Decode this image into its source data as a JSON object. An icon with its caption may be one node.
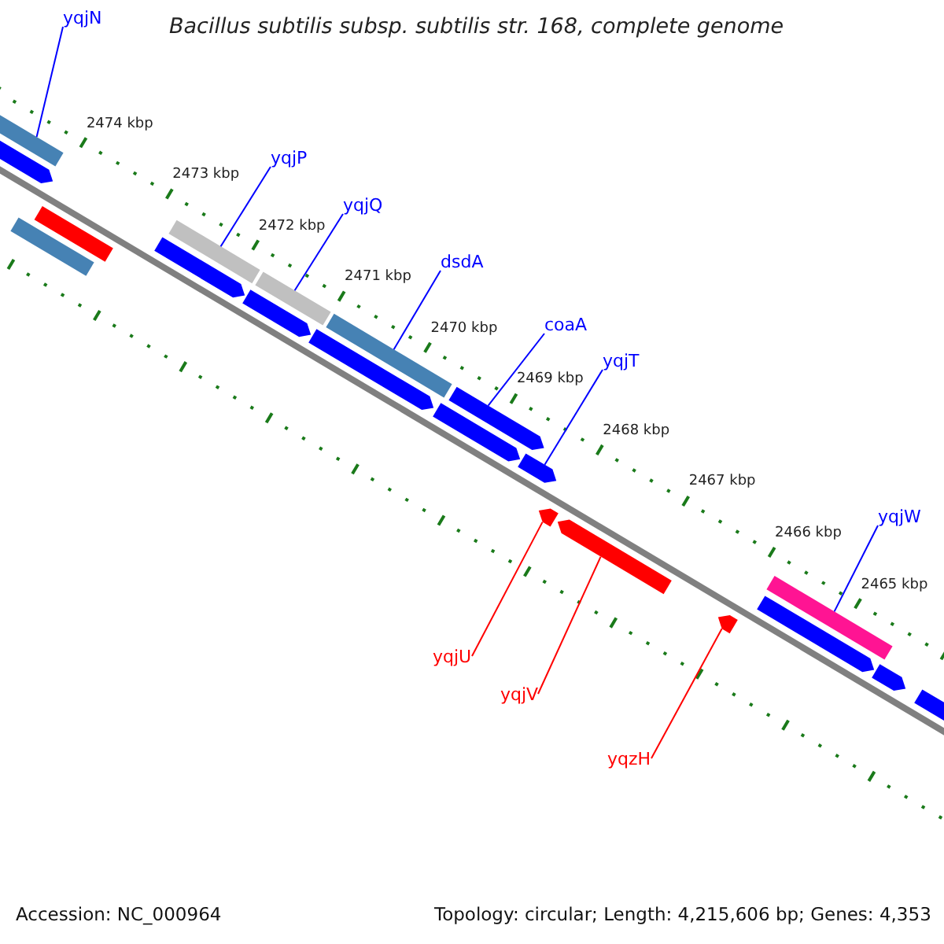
{
  "diagram": {
    "title": "Bacillus subtilis subsp. subtilis str. 168, complete genome",
    "nodes": [
      {
        "text": [
          "yqjN"
        ]
      },
      {
        "text": [
          "yqjP"
        ]
      },
      {
        "text": [
          "yqjQ"
        ]
      },
      {
        "text": [
          "dsdA"
        ]
      },
      {
        "text": [
          "coaA"
        ]
      },
      {
        "text": [
          "yqjT"
        ]
      },
      {
        "text": [
          "yqjW"
        ]
      },
      {
        "text": [
          "yqjU"
        ]
      },
      {
        "text": [
          "yqjV"
        ]
      },
      {
        "text": [
          "yqzH"
        ]
      },
      {
        "text": [],
        "shape": "bar"
      },
      {
        "text": [],
        "shape": "pentagon"
      },
      {
        "text": [],
        "shape": "bar"
      },
      {
        "text": [],
        "shape": "bar"
      },
      {
        "text": [],
        "shape": "pentagon"
      },
      {
        "text": [],
        "shape": "bar"
      },
      {
        "text": [],
        "shape": "pentagon"
      },
      {
        "text": [],
        "shape": "bar"
      },
      {
        "text": [],
        "shape": "pentagon"
      },
      {
        "text": [],
        "shape": "bar"
      },
      {
        "text": [],
        "shape": "pentagon"
      },
      {
        "text": [],
        "shape": "pentagon"
      },
      {
        "text": [],
        "shape": "pentagon"
      },
      {
        "text": [],
        "shape": "pentagon"
      },
      {
        "text": [],
        "shape": "pentagon"
      },
      {
        "text": [],
        "shape": "pentagon"
      },
      {
        "text": [],
        "shape": "bar"
      },
      {
        "text": [],
        "shape": "pentagon"
      },
      {
        "text": [],
        "shape": "pentagon"
      },
      {
        "text": [],
        "shape": "pentagon"
      }
    ],
    "edges": [
      {
        "from": 0,
        "to": 10,
        "arrow": "none"
      },
      {
        "from": 1,
        "to": 15,
        "arrow": "none"
      },
      {
        "from": 2,
        "to": 17,
        "arrow": "none"
      },
      {
        "from": 3,
        "to": 19,
        "arrow": "none"
      },
      {
        "from": 4,
        "to": 21,
        "arrow": "none"
      },
      {
        "from": 5,
        "to": 22,
        "arrow": "none"
      },
      {
        "from": 6,
        "to": 26,
        "arrow": "none"
      },
      {
        "from": 7,
        "to": 23,
        "arrow": "none",
        "color": "#ff0000"
      },
      {
        "from": 8,
        "to": 24,
        "arrow": "none",
        "color": "#ff0000"
      },
      {
        "from": 9,
        "to": 25,
        "arrow": "none",
        "color": "#ff0000"
      }
    ],
    "labels": [
      "2474 kbp",
      "2473 kbp",
      "2472 kbp",
      "2471 kbp",
      "2470 kbp",
      "2469 kbp",
      "2468 kbp",
      "2467 kbp",
      "2466 kbp",
      "2465 kbp",
      "Accession: NC_000964",
      "Topology: circular; Length: 4,215,606 bp; Genes: 4,353"
    ]
  }
}
